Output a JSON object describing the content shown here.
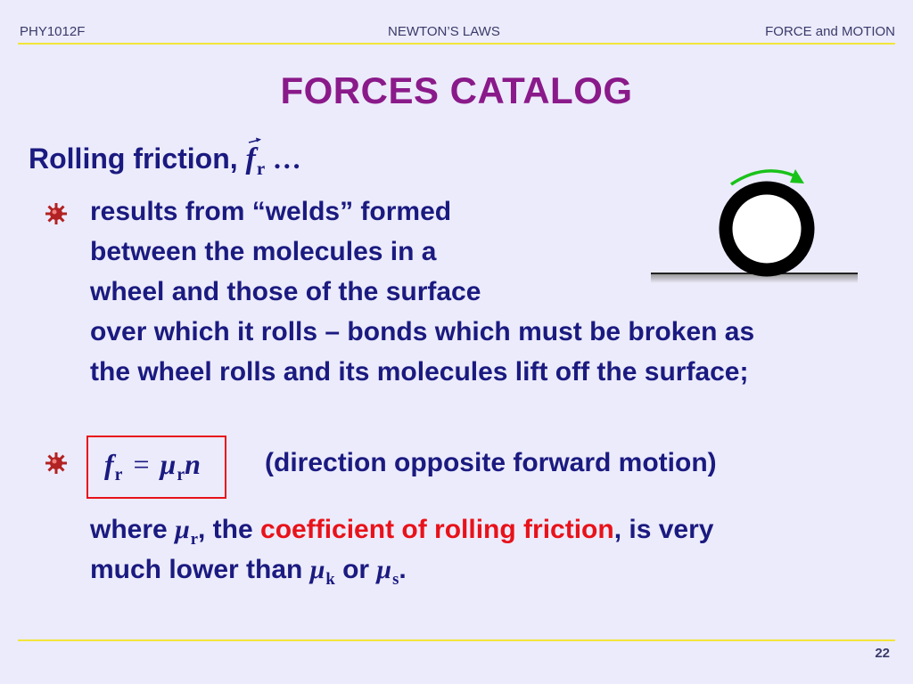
{
  "header": {
    "left": "PHY1012F",
    "center": "NEWTON’S LAWS",
    "right": "FORCE and MOTION"
  },
  "title": "FORCES CATALOG",
  "heading": {
    "text": "Rolling friction,",
    "symbol": "f",
    "subscript": "r",
    "ellipsis": "…"
  },
  "bullet1": {
    "lines": [
      "results from “welds” formed",
      "between the molecules in a",
      "wheel and those of the surface",
      "over which it rolls – bonds which must be broken as",
      "the wheel rolls and its molecules lift off the surface;"
    ]
  },
  "bullet2": {
    "equation": {
      "lhs": "f",
      "lhs_sub": "r",
      "equals": "=",
      "mu": "μ",
      "mu_sub": "r",
      "rhs": "n"
    },
    "direction_note": "(direction opposite forward motion)"
  },
  "where": {
    "line1_prefix": "where",
    "mu": "μ",
    "mu_sub": "r",
    "line1_middle": ", the",
    "highlight": "coefficient of rolling friction",
    "line1_suffix": ", is very",
    "line2_prefix": "much lower than",
    "mu_k": "μ",
    "mu_k_sub": "k",
    "or": "or",
    "mu_s": "μ",
    "mu_s_sub": "s",
    "period": "."
  },
  "page_number": "22",
  "colors": {
    "background": "#ecebfb",
    "title": "#8a1a8a",
    "text": "#1a1a80",
    "highlight": "#e8121a",
    "rule": "#f2e53a",
    "arrow": "#19c219",
    "box_border": "#e8121a"
  },
  "icons": {
    "bullet": "red-starburst-bullet-icon",
    "wheel": "wheel-illustration",
    "rotation_arrow": "curved-arrow-icon"
  }
}
